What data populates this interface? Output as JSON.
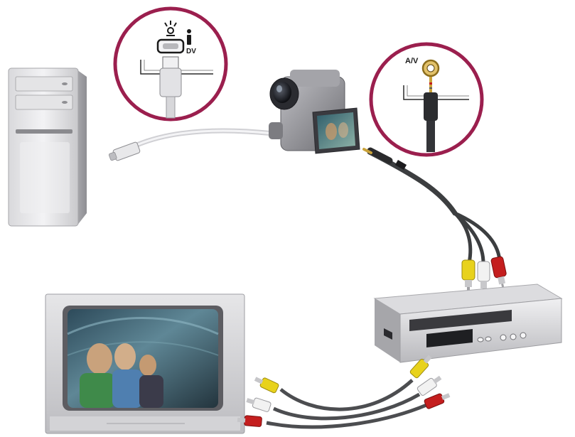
{
  "callouts": {
    "firewire": {
      "port_label": "DV",
      "icon": "firewire-icon"
    },
    "av": {
      "port_label": "A/V"
    }
  },
  "devices": {
    "computer": "tower-computer",
    "camcorder": "camcorder",
    "vcr": "vcr-deck",
    "tv": "crt-television"
  },
  "colors": {
    "callout_ring": "#9b1f4e",
    "rca_video": "#e8d21c",
    "rca_audio_left": "#f2f2f2",
    "rca_audio_right": "#c41e1e"
  }
}
